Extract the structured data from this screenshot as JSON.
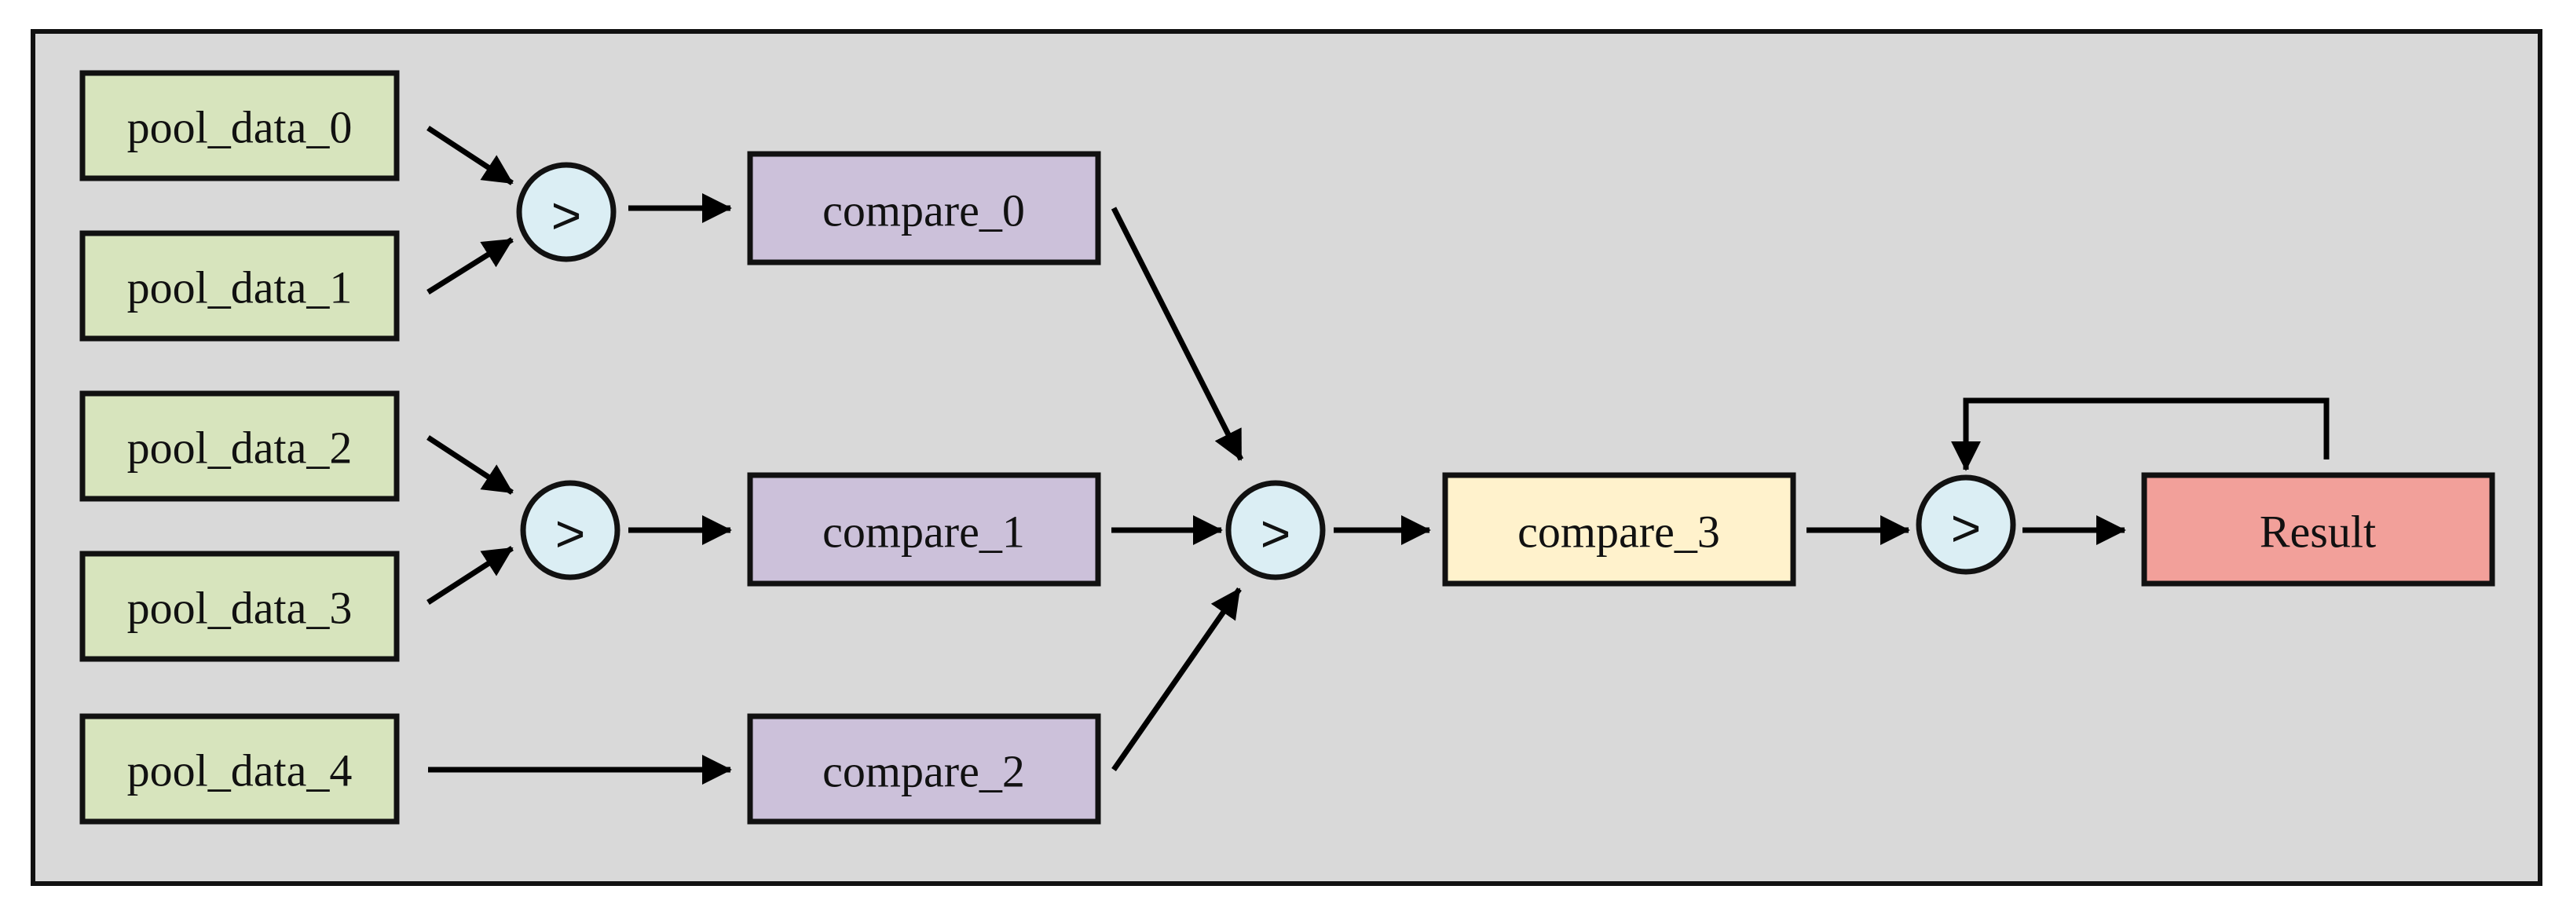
{
  "nodes": {
    "pool_data_0": {
      "label": "pool_data_0",
      "color": "#d7e4bd"
    },
    "pool_data_1": {
      "label": "pool_data_1",
      "color": "#d7e4bd"
    },
    "pool_data_2": {
      "label": "pool_data_2",
      "color": "#d7e4bd"
    },
    "pool_data_3": {
      "label": "pool_data_3",
      "color": "#d7e4bd"
    },
    "pool_data_4": {
      "label": "pool_data_4",
      "color": "#d7e4bd"
    },
    "compare_0": {
      "label": "compare_0",
      "color": "#ccc1da"
    },
    "compare_1": {
      "label": "compare_1",
      "color": "#ccc1da"
    },
    "compare_2": {
      "label": "compare_2",
      "color": "#ccc1da"
    },
    "compare_3": {
      "label": "compare_3",
      "color": "#fff2cc"
    },
    "result": {
      "label": "Result",
      "color": "#f2a09a"
    }
  },
  "operators": {
    "gt_a": {
      "symbol": ">",
      "color": "#dbeef4"
    },
    "gt_b": {
      "symbol": ">",
      "color": "#dbeef4"
    },
    "gt_c": {
      "symbol": ">",
      "color": "#dbeef4"
    },
    "gt_d": {
      "symbol": ">",
      "color": "#dbeef4"
    }
  },
  "edges": [
    {
      "from": "pool_data_0",
      "to": "gt_a"
    },
    {
      "from": "pool_data_1",
      "to": "gt_a"
    },
    {
      "from": "gt_a",
      "to": "compare_0"
    },
    {
      "from": "pool_data_2",
      "to": "gt_b"
    },
    {
      "from": "pool_data_3",
      "to": "gt_b"
    },
    {
      "from": "gt_b",
      "to": "compare_1"
    },
    {
      "from": "pool_data_4",
      "to": "compare_2"
    },
    {
      "from": "compare_0",
      "to": "gt_c"
    },
    {
      "from": "compare_1",
      "to": "gt_c"
    },
    {
      "from": "compare_2",
      "to": "gt_c"
    },
    {
      "from": "gt_c",
      "to": "compare_3"
    },
    {
      "from": "compare_3",
      "to": "gt_d"
    },
    {
      "from": "gt_d",
      "to": "result"
    },
    {
      "from": "result",
      "to": "gt_d"
    }
  ],
  "colors": {
    "panel_background": "#d9d9d9",
    "border": "#111111",
    "arrow": "#000000"
  }
}
